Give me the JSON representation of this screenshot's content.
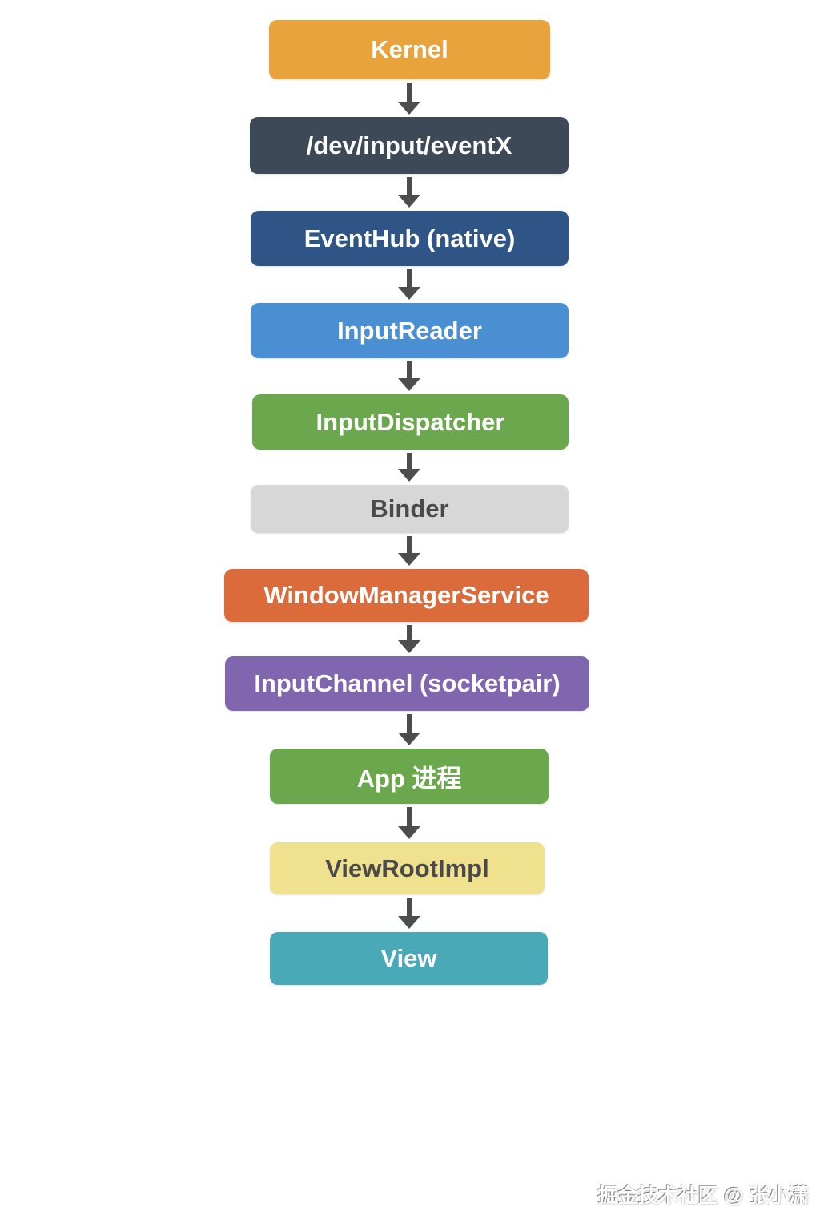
{
  "flow": {
    "nodes": [
      {
        "label": "Kernel",
        "bg": "#E8A33C",
        "fg": "#FFFFFF"
      },
      {
        "label": "/dev/input/eventX",
        "bg": "#3D4957",
        "fg": "#FFFFFF"
      },
      {
        "label": "EventHub (native)",
        "bg": "#2E5585",
        "fg": "#FFFFFF"
      },
      {
        "label": "InputReader",
        "bg": "#4B8FD3",
        "fg": "#FFFFFF"
      },
      {
        "label": "InputDispatcher",
        "bg": "#6BA74D",
        "fg": "#FFFFFF"
      },
      {
        "label": "Binder",
        "bg": "#D7D7D7",
        "fg": "#4A4A4A"
      },
      {
        "label": "WindowManagerService",
        "bg": "#DC6B3C",
        "fg": "#FFFFFF"
      },
      {
        "label": "InputChannel (socketpair)",
        "bg": "#8066AE",
        "fg": "#FFFFFF"
      },
      {
        "label": "App 进程",
        "bg": "#6BA74D",
        "fg": "#FFFFFF"
      },
      {
        "label": "ViewRootImpl",
        "bg": "#EFE18D",
        "fg": "#4A4A4A"
      },
      {
        "label": "View",
        "bg": "#49A9B7",
        "fg": "#FFFFFF"
      }
    ],
    "arrow_color": "#4D4D4D"
  },
  "watermark": {
    "text": "掘金技术社区 @ 张小潇"
  }
}
